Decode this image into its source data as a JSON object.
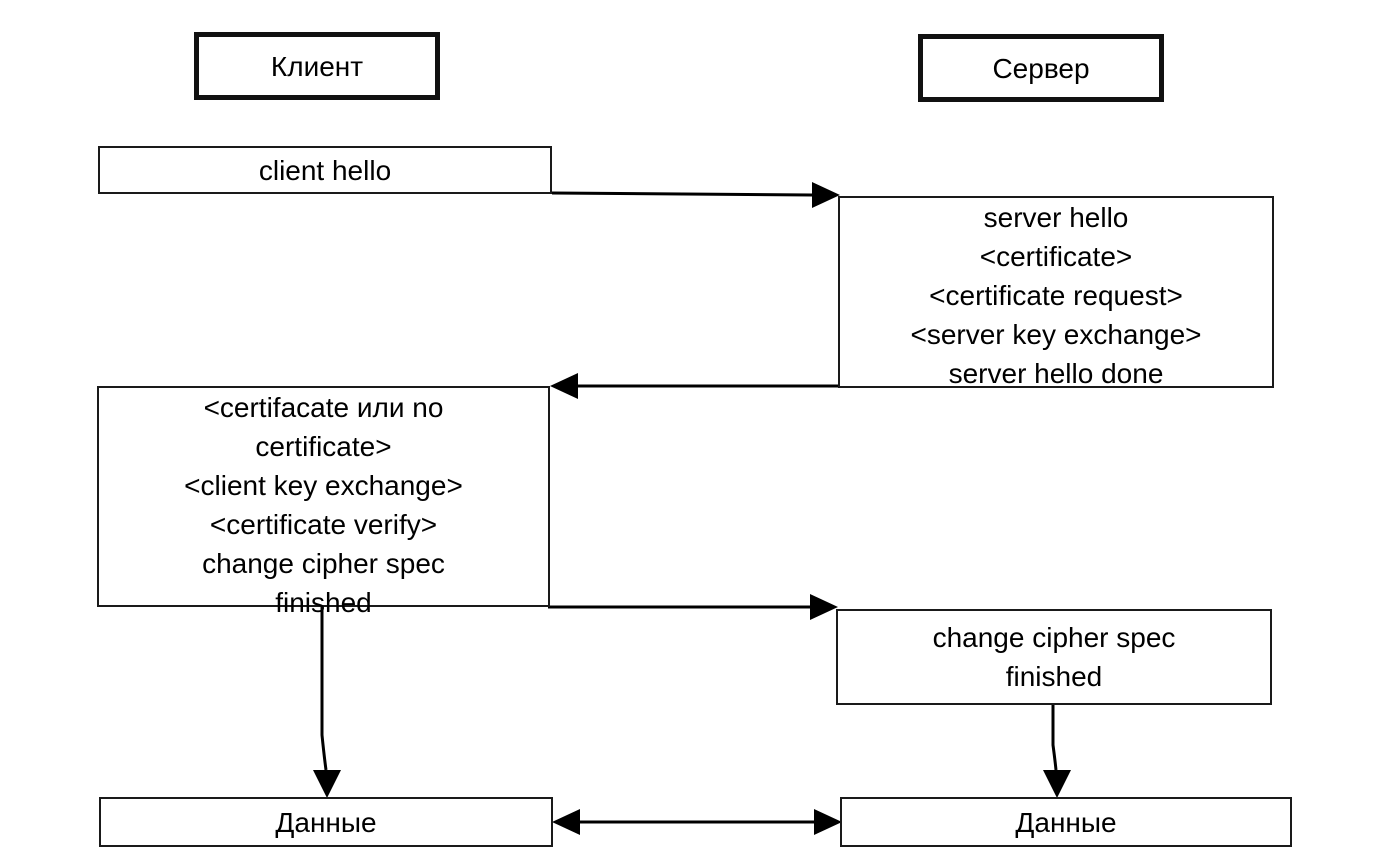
{
  "client": {
    "header": "Клиент",
    "hello": "client hello",
    "step2": [
      "<certifacate или no",
      "certificate>",
      "<client key exchange>",
      "<certificate verify>",
      "change cipher spec",
      "finished"
    ],
    "data": "Данные"
  },
  "server": {
    "header": "Сервер",
    "step1": [
      "server hello",
      "<certificate>",
      "<certificate request>",
      "<server key exchange>",
      "server hello done"
    ],
    "step2": [
      "change cipher spec",
      "finished"
    ],
    "data": "Данные"
  }
}
